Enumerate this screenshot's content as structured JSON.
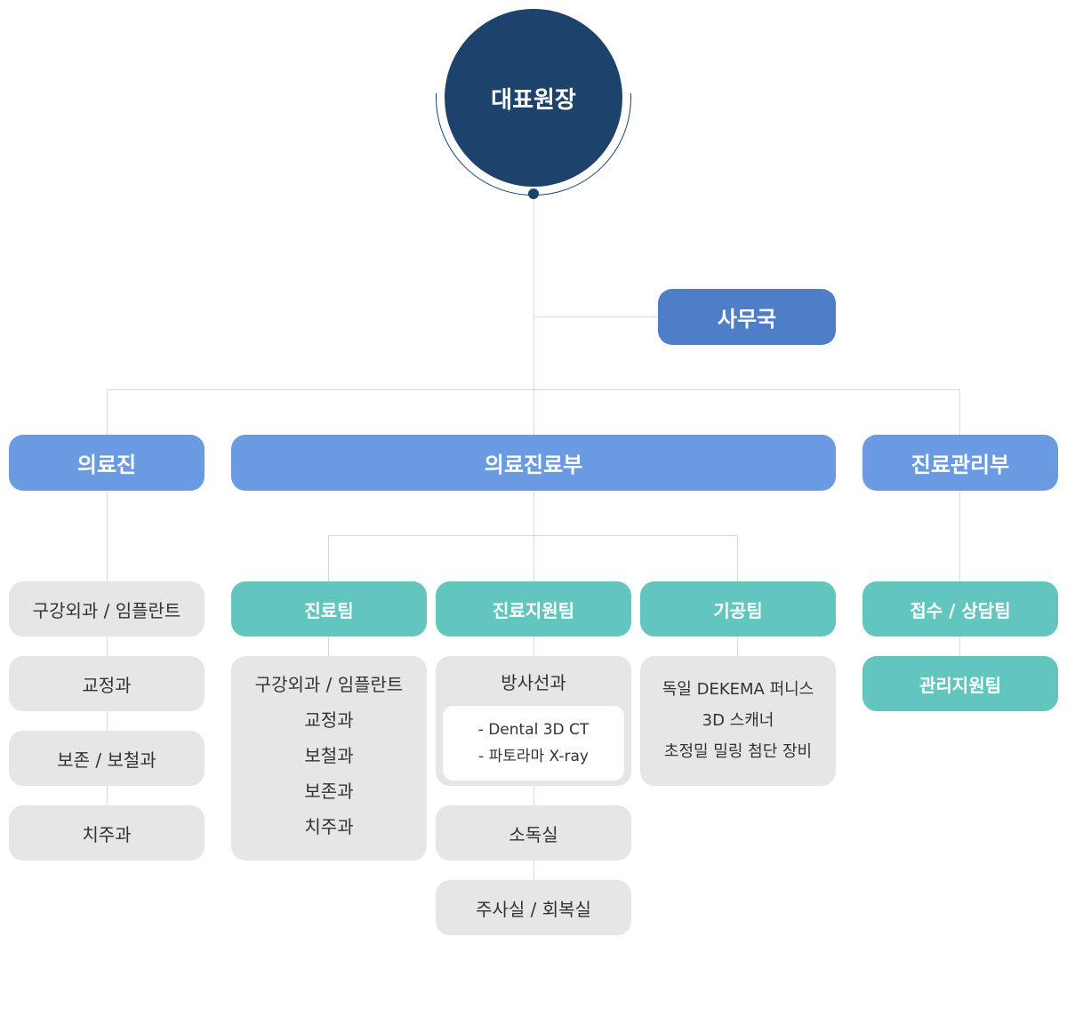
{
  "ceo": {
    "label": "대표원장"
  },
  "office": {
    "label": "사무국"
  },
  "divisions": {
    "medical_staff": "의료진",
    "medical_dept": "의료진료부",
    "management": "진료관리부"
  },
  "teams": {
    "care_team": "진료팀",
    "support_team": "진료지원팀",
    "lab_team": "기공팀",
    "reception_team": "접수 / 상담팀",
    "admin_team": "관리지원팀"
  },
  "medical_staff_list": [
    "구강외과 / 임플란트",
    "교정과",
    "보존 / 보철과",
    "치주과"
  ],
  "care_team_list": [
    "구강외과 / 임플란트",
    "교정과",
    "보철과",
    "보존과",
    "치주과"
  ],
  "radiology": {
    "title": "방사선과",
    "items": [
      "- Dental 3D CT",
      "- 파토라마 X-ray"
    ]
  },
  "support_extra": [
    "소독실",
    "주사실 / 회복실"
  ],
  "lab_list": [
    "독일 DEKEMA 퍼니스",
    "3D 스캐너",
    "초정밀 밀링 첨단 장비"
  ],
  "colors": {
    "ceo": "#1d436d",
    "office": "#4f7ec9",
    "division": "#6a9ae2",
    "team": "#63c6be",
    "item": "#e6e6e6",
    "connector": "#d9d9d9"
  }
}
